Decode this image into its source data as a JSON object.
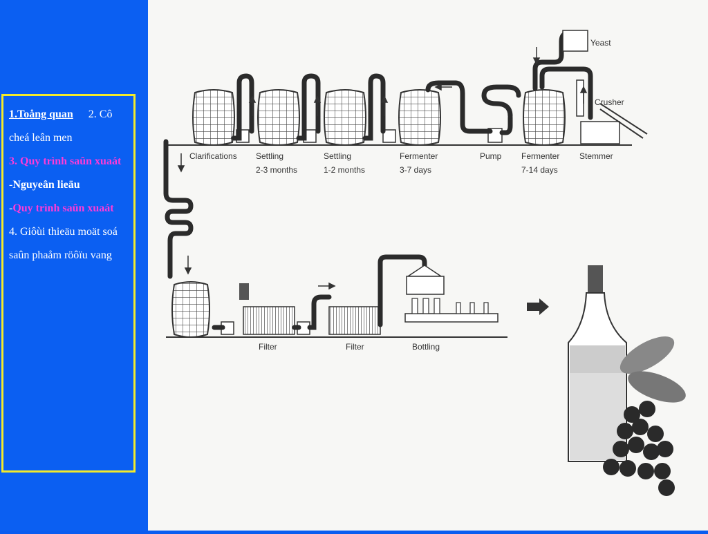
{
  "nav": {
    "item1": "1.Toång quan",
    "item2": "2. Cô cheá leân men",
    "item3": "3. Quy trình saûn xuaát",
    "item3a_dash": "-",
    "item3a": "Nguyeân lieäu",
    "item3b_dash": "-",
    "item3b": "Quy trình saûn xuaát",
    "item4": "4. Giôùi thieäu moät soá saûn phaåm röôïu vang"
  },
  "diagram": {
    "yeast": "Yeast",
    "crusher": "Crusher",
    "stemmer": "Stemmer",
    "fermenter2": "Fermenter",
    "fermenter2_time": "7-14 days",
    "pump": "Pump",
    "fermenter1": "Fermenter",
    "fermenter1_time": "3-7 days",
    "settling2": "Settling",
    "settling2_time": "1-2 months",
    "settling1": "Settling",
    "settling1_time": "2-3 months",
    "clarifications": "Clarifications",
    "filter1": "Filter",
    "filter2": "Filter",
    "bottling": "Bottling"
  },
  "colors": {
    "sidebar": "#0b5ff2",
    "nav_border": "#f3ea2a",
    "nav_highlight": "#ff3bd8"
  }
}
